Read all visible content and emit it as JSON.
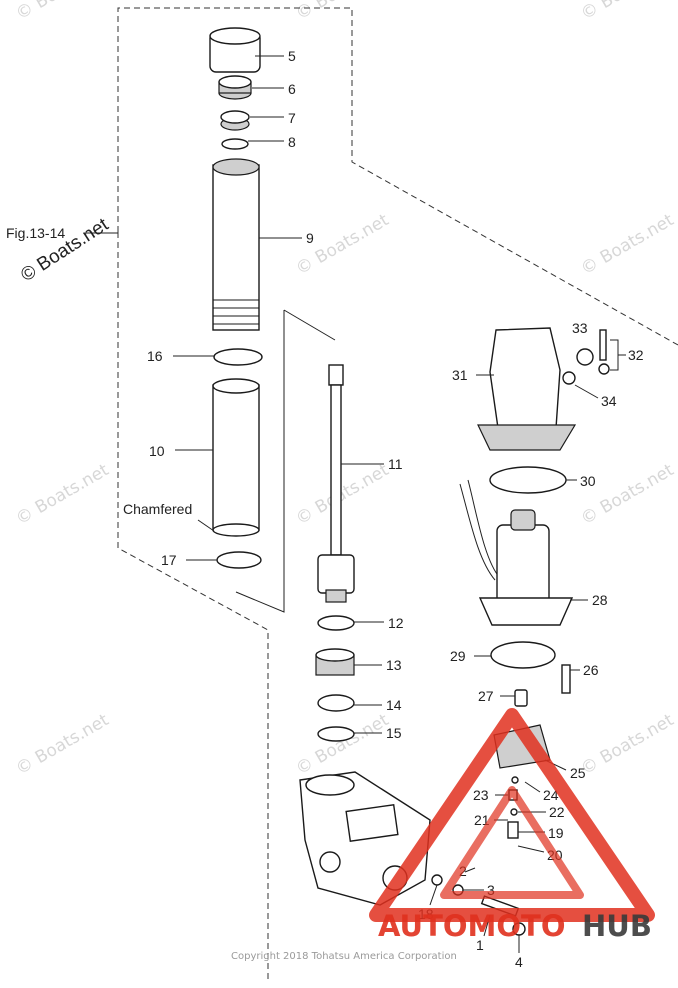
{
  "figure_ref": "Fig.13-14",
  "watermark": {
    "text": "© Boats.net",
    "repeat_text": "Boats.net"
  },
  "annotation": "Chamfered",
  "copyright": "Copyright 2018 Tohatsu America Corporation",
  "brand_logo": {
    "part1": "AUTOMOTO",
    "part2": "HUB",
    "accent_color": "#e0301e",
    "dark_color": "#3a3a3a"
  },
  "callouts": [
    {
      "n": "1"
    },
    {
      "n": "2"
    },
    {
      "n": "3"
    },
    {
      "n": "4"
    },
    {
      "n": "5"
    },
    {
      "n": "6"
    },
    {
      "n": "7"
    },
    {
      "n": "8"
    },
    {
      "n": "9"
    },
    {
      "n": "10"
    },
    {
      "n": "11"
    },
    {
      "n": "12"
    },
    {
      "n": "13"
    },
    {
      "n": "14"
    },
    {
      "n": "15"
    },
    {
      "n": "16"
    },
    {
      "n": "17"
    },
    {
      "n": "18"
    },
    {
      "n": "19"
    },
    {
      "n": "20"
    },
    {
      "n": "21"
    },
    {
      "n": "22"
    },
    {
      "n": "23"
    },
    {
      "n": "24"
    },
    {
      "n": "25"
    },
    {
      "n": "26"
    },
    {
      "n": "27"
    },
    {
      "n": "28"
    },
    {
      "n": "29"
    },
    {
      "n": "30"
    },
    {
      "n": "31"
    },
    {
      "n": "32"
    },
    {
      "n": "33"
    },
    {
      "n": "34"
    }
  ]
}
